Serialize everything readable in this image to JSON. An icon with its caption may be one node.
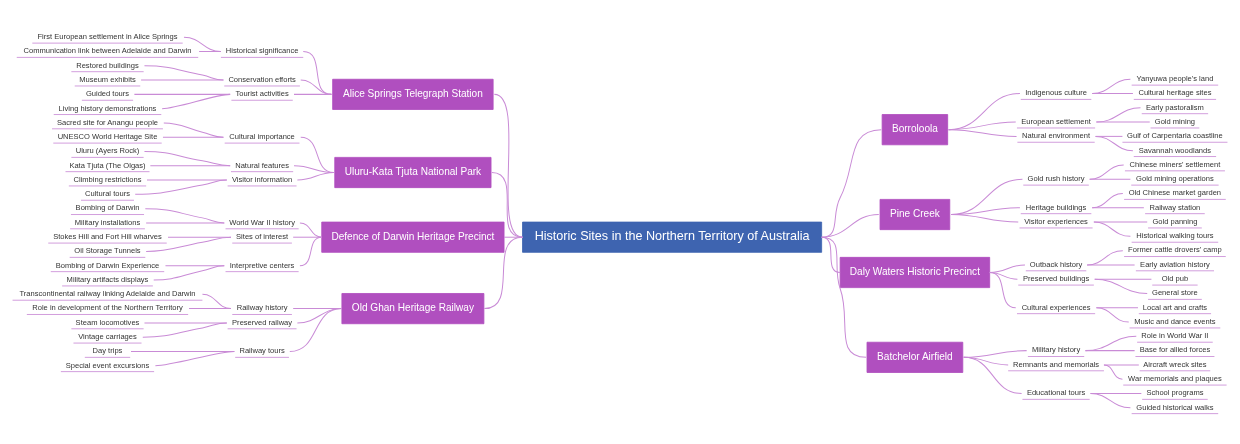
{
  "diagram": {
    "nodes": [
      {
        "text": [
          "Historic Sites in the Northern Territory of Australia"
        ]
      },
      {
        "text": [
          "Alice Springs Telegraph Station"
        ]
      },
      {
        "text": [
          "Historical significance"
        ]
      },
      {
        "text": [
          "First European settlement in Alice Springs"
        ]
      },
      {
        "text": [
          "Communication link between Adelaide and Darwin"
        ]
      },
      {
        "text": [
          "Conservation efforts"
        ]
      },
      {
        "text": [
          "Restored buildings"
        ]
      },
      {
        "text": [
          "Museum exhibits"
        ]
      },
      {
        "text": [
          "Tourist activities"
        ]
      },
      {
        "text": [
          "Guided tours"
        ]
      },
      {
        "text": [
          "Living history demonstrations"
        ]
      },
      {
        "text": [
          "Uluru-Kata Tjuta National Park"
        ]
      },
      {
        "text": [
          "Cultural importance"
        ]
      },
      {
        "text": [
          "Sacred site for Anangu people"
        ]
      },
      {
        "text": [
          "UNESCO World Heritage Site"
        ]
      },
      {
        "text": [
          "Natural features"
        ]
      },
      {
        "text": [
          "Uluru (Ayers Rock)"
        ]
      },
      {
        "text": [
          "Kata Tjuta (The Olgas)"
        ]
      },
      {
        "text": [
          "Visitor information"
        ]
      },
      {
        "text": [
          "Climbing restrictions"
        ]
      },
      {
        "text": [
          "Cultural tours"
        ]
      },
      {
        "text": [
          "Defence of Darwin Heritage Precinct"
        ]
      },
      {
        "text": [
          "World War II history"
        ]
      },
      {
        "text": [
          "Bombing of Darwin"
        ]
      },
      {
        "text": [
          "Military installations"
        ]
      },
      {
        "text": [
          "Sites of interest"
        ]
      },
      {
        "text": [
          "Stokes Hill and Fort Hill wharves"
        ]
      },
      {
        "text": [
          "Oil Storage Tunnels"
        ]
      },
      {
        "text": [
          "Interpretive centers"
        ]
      },
      {
        "text": [
          "Bombing of Darwin Experience"
        ]
      },
      {
        "text": [
          "Military artifacts displays"
        ]
      },
      {
        "text": [
          "Old Ghan Heritage Railway"
        ]
      },
      {
        "text": [
          "Railway history"
        ]
      },
      {
        "text": [
          "Transcontinental railway linking Adelaide and Darwin"
        ]
      },
      {
        "text": [
          "Role in development of the Northern Territory"
        ]
      },
      {
        "text": [
          "Preserved railway"
        ]
      },
      {
        "text": [
          "Steam locomotives"
        ]
      },
      {
        "text": [
          "Vintage carriages"
        ]
      },
      {
        "text": [
          "Railway tours"
        ]
      },
      {
        "text": [
          "Day trips"
        ]
      },
      {
        "text": [
          "Special event excursions"
        ]
      },
      {
        "text": [
          "Borroloola"
        ]
      },
      {
        "text": [
          "Indigenous culture"
        ]
      },
      {
        "text": [
          "Yanyuwa people's land"
        ]
      },
      {
        "text": [
          "Cultural heritage sites"
        ]
      },
      {
        "text": [
          "European settlement"
        ]
      },
      {
        "text": [
          "Early pastoralism"
        ]
      },
      {
        "text": [
          "Gold mining"
        ]
      },
      {
        "text": [
          "Natural environment"
        ]
      },
      {
        "text": [
          "Gulf of Carpentaria coastline"
        ]
      },
      {
        "text": [
          "Savannah woodlands"
        ]
      },
      {
        "text": [
          "Pine Creek"
        ]
      },
      {
        "text": [
          "Gold rush history"
        ]
      },
      {
        "text": [
          "Chinese miners' settlement"
        ]
      },
      {
        "text": [
          "Gold mining operations"
        ]
      },
      {
        "text": [
          "Heritage buildings"
        ]
      },
      {
        "text": [
          "Old Chinese market garden"
        ]
      },
      {
        "text": [
          "Railway station"
        ]
      },
      {
        "text": [
          "Visitor experiences"
        ]
      },
      {
        "text": [
          "Gold panning"
        ]
      },
      {
        "text": [
          "Historical walking tours"
        ]
      },
      {
        "text": [
          "Daly Waters Historic Precinct"
        ]
      },
      {
        "text": [
          "Outback history"
        ]
      },
      {
        "text": [
          "Former cattle drovers' camp"
        ]
      },
      {
        "text": [
          "Early aviation history"
        ]
      },
      {
        "text": [
          "Preserved buildings"
        ]
      },
      {
        "text": [
          "Old pub"
        ]
      },
      {
        "text": [
          "General store"
        ]
      },
      {
        "text": [
          "Cultural experiences"
        ]
      },
      {
        "text": [
          "Local art and crafts"
        ]
      },
      {
        "text": [
          "Music and dance events"
        ]
      },
      {
        "text": [
          "Batchelor Airfield"
        ]
      },
      {
        "text": [
          "Military history"
        ]
      },
      {
        "text": [
          "Role in World War II"
        ]
      },
      {
        "text": [
          "Base for allied forces"
        ]
      },
      {
        "text": [
          "Remnants and memorials"
        ]
      },
      {
        "text": [
          "Aircraft wreck sites"
        ]
      },
      {
        "text": [
          "War memorials and plaques"
        ]
      },
      {
        "text": [
          "Educational tours"
        ]
      },
      {
        "text": [
          "School programs"
        ]
      },
      {
        "text": [
          "Guided historical walks"
        ]
      }
    ],
    "edges": [
      {
        "from": 0,
        "to": 1,
        "arrow": "none"
      },
      {
        "from": 1,
        "to": 2,
        "arrow": "none"
      },
      {
        "from": 2,
        "to": 3,
        "arrow": "none"
      },
      {
        "from": 2,
        "to": 4,
        "arrow": "none"
      },
      {
        "from": 1,
        "to": 5,
        "arrow": "none"
      },
      {
        "from": 5,
        "to": 6,
        "arrow": "none"
      },
      {
        "from": 5,
        "to": 7,
        "arrow": "none"
      },
      {
        "from": 1,
        "to": 8,
        "arrow": "none"
      },
      {
        "from": 8,
        "to": 9,
        "arrow": "none"
      },
      {
        "from": 8,
        "to": 10,
        "arrow": "none"
      },
      {
        "from": 0,
        "to": 11,
        "arrow": "none"
      },
      {
        "from": 11,
        "to": 12,
        "arrow": "none"
      },
      {
        "from": 12,
        "to": 13,
        "arrow": "none"
      },
      {
        "from": 12,
        "to": 14,
        "arrow": "none"
      },
      {
        "from": 11,
        "to": 15,
        "arrow": "none"
      },
      {
        "from": 15,
        "to": 16,
        "arrow": "none"
      },
      {
        "from": 15,
        "to": 17,
        "arrow": "none"
      },
      {
        "from": 11,
        "to": 18,
        "arrow": "none"
      },
      {
        "from": 18,
        "to": 19,
        "arrow": "none"
      },
      {
        "from": 18,
        "to": 20,
        "arrow": "none"
      },
      {
        "from": 0,
        "to": 21,
        "arrow": "none"
      },
      {
        "from": 21,
        "to": 22,
        "arrow": "none"
      },
      {
        "from": 22,
        "to": 23,
        "arrow": "none"
      },
      {
        "from": 22,
        "to": 24,
        "arrow": "none"
      },
      {
        "from": 21,
        "to": 25,
        "arrow": "none"
      },
      {
        "from": 25,
        "to": 26,
        "arrow": "none"
      },
      {
        "from": 25,
        "to": 27,
        "arrow": "none"
      },
      {
        "from": 21,
        "to": 28,
        "arrow": "none"
      },
      {
        "from": 28,
        "to": 29,
        "arrow": "none"
      },
      {
        "from": 28,
        "to": 30,
        "arrow": "none"
      },
      {
        "from": 0,
        "to": 31,
        "arrow": "none"
      },
      {
        "from": 31,
        "to": 32,
        "arrow": "none"
      },
      {
        "from": 32,
        "to": 33,
        "arrow": "none"
      },
      {
        "from": 32,
        "to": 34,
        "arrow": "none"
      },
      {
        "from": 31,
        "to": 35,
        "arrow": "none"
      },
      {
        "from": 35,
        "to": 36,
        "arrow": "none"
      },
      {
        "from": 35,
        "to": 37,
        "arrow": "none"
      },
      {
        "from": 31,
        "to": 38,
        "arrow": "none"
      },
      {
        "from": 38,
        "to": 39,
        "arrow": "none"
      },
      {
        "from": 38,
        "to": 40,
        "arrow": "none"
      },
      {
        "from": 0,
        "to": 41,
        "arrow": "none"
      },
      {
        "from": 41,
        "to": 42,
        "arrow": "none"
      },
      {
        "from": 42,
        "to": 43,
        "arrow": "none"
      },
      {
        "from": 42,
        "to": 44,
        "arrow": "none"
      },
      {
        "from": 41,
        "to": 45,
        "arrow": "none"
      },
      {
        "from": 45,
        "to": 46,
        "arrow": "none"
      },
      {
        "from": 45,
        "to": 47,
        "arrow": "none"
      },
      {
        "from": 41,
        "to": 48,
        "arrow": "none"
      },
      {
        "from": 48,
        "to": 49,
        "arrow": "none"
      },
      {
        "from": 48,
        "to": 50,
        "arrow": "none"
      },
      {
        "from": 0,
        "to": 51,
        "arrow": "none"
      },
      {
        "from": 51,
        "to": 52,
        "arrow": "none"
      },
      {
        "from": 52,
        "to": 53,
        "arrow": "none"
      },
      {
        "from": 52,
        "to": 54,
        "arrow": "none"
      },
      {
        "from": 51,
        "to": 55,
        "arrow": "none"
      },
      {
        "from": 55,
        "to": 56,
        "arrow": "none"
      },
      {
        "from": 55,
        "to": 57,
        "arrow": "none"
      },
      {
        "from": 51,
        "to": 58,
        "arrow": "none"
      },
      {
        "from": 58,
        "to": 59,
        "arrow": "none"
      },
      {
        "from": 58,
        "to": 60,
        "arrow": "none"
      },
      {
        "from": 0,
        "to": 61,
        "arrow": "none"
      },
      {
        "from": 61,
        "to": 62,
        "arrow": "none"
      },
      {
        "from": 62,
        "to": 63,
        "arrow": "none"
      },
      {
        "from": 62,
        "to": 64,
        "arrow": "none"
      },
      {
        "from": 61,
        "to": 65,
        "arrow": "none"
      },
      {
        "from": 65,
        "to": 66,
        "arrow": "none"
      },
      {
        "from": 65,
        "to": 67,
        "arrow": "none"
      },
      {
        "from": 61,
        "to": 68,
        "arrow": "none"
      },
      {
        "from": 68,
        "to": 69,
        "arrow": "none"
      },
      {
        "from": 68,
        "to": 70,
        "arrow": "none"
      },
      {
        "from": 0,
        "to": 71,
        "arrow": "none"
      },
      {
        "from": 71,
        "to": 72,
        "arrow": "none"
      },
      {
        "from": 72,
        "to": 73,
        "arrow": "none"
      },
      {
        "from": 72,
        "to": 74,
        "arrow": "none"
      },
      {
        "from": 71,
        "to": 75,
        "arrow": "none"
      },
      {
        "from": 75,
        "to": 76,
        "arrow": "none"
      },
      {
        "from": 75,
        "to": 77,
        "arrow": "none"
      },
      {
        "from": 71,
        "to": 78,
        "arrow": "none"
      },
      {
        "from": 78,
        "to": 79,
        "arrow": "none"
      },
      {
        "from": 78,
        "to": 80,
        "arrow": "none"
      }
    ]
  }
}
